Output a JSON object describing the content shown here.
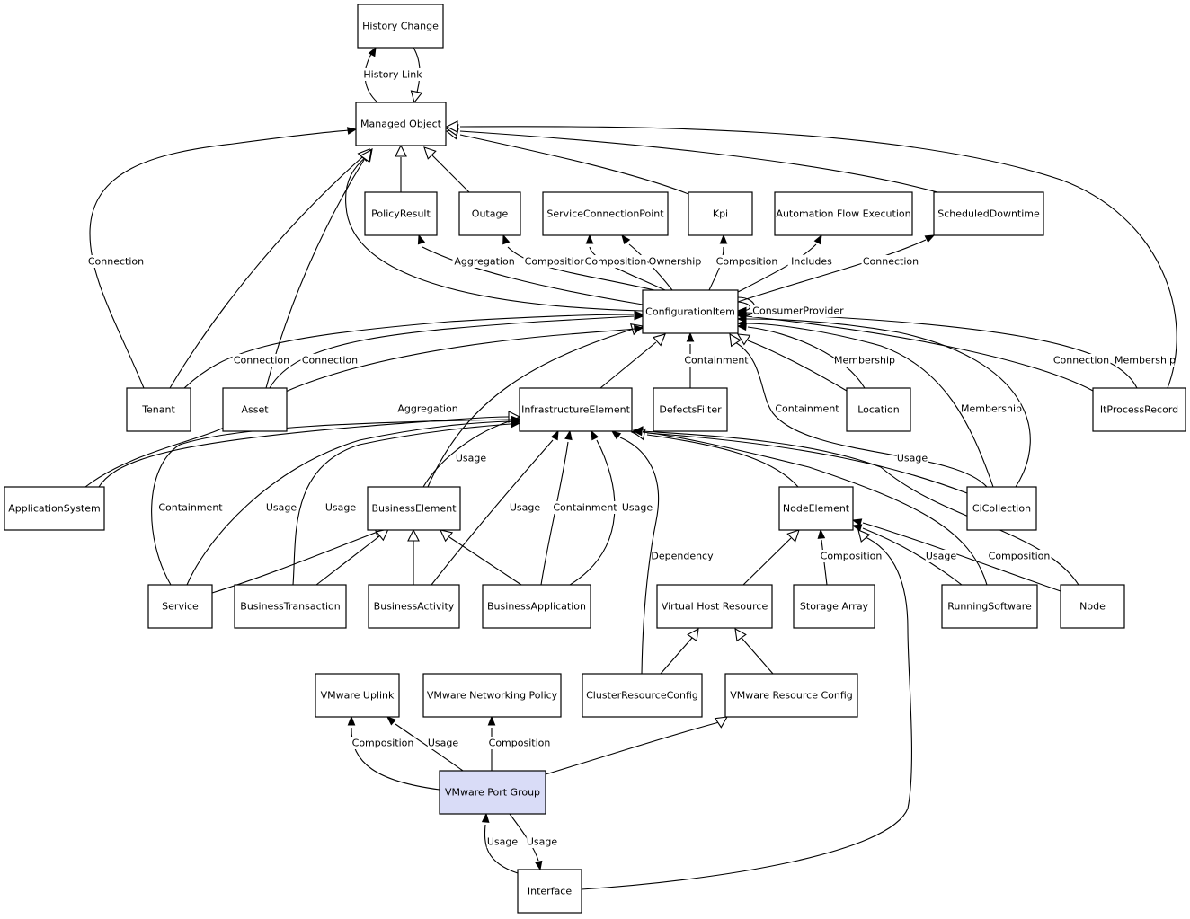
{
  "nodes": {
    "history_change": "History Change",
    "managed_object": "Managed Object",
    "policy_result": "PolicyResult",
    "outage": "Outage",
    "service_connection_point": "ServiceConnectionPoint",
    "kpi": "Kpi",
    "automation_flow_execution": "Automation Flow Execution",
    "scheduled_downtime": "ScheduledDowntime",
    "configuration_item": "ConfigurationItem",
    "tenant": "Tenant",
    "asset": "Asset",
    "infrastructure_element": "InfrastructureElement",
    "defects_filter": "DefectsFilter",
    "location": "Location",
    "it_process_record": "ItProcessRecord",
    "application_system": "ApplicationSystem",
    "business_element": "BusinessElement",
    "node_element": "NodeElement",
    "ci_collection": "CiCollection",
    "service": "Service",
    "business_transaction": "BusinessTransaction",
    "business_activity": "BusinessActivity",
    "business_application": "BusinessApplication",
    "virtual_host_resource": "Virtual Host Resource",
    "storage_array": "Storage Array",
    "running_software": "RunningSoftware",
    "node": "Node",
    "vmware_uplink": "VMware Uplink",
    "vmware_networking_policy": "VMware Networking Policy",
    "cluster_resource_config": "ClusterResourceConfig",
    "vmware_resource_config": "VMware Resource Config",
    "vmware_port_group": "VMware Port Group",
    "interface": "Interface"
  },
  "edge_labels": {
    "history_link": "History Link",
    "tenant_mo_connection": "Connection",
    "ci_policy_aggregation": "Aggregation",
    "ci_outage_composition": "Composition",
    "ci_scp_composition": "Composition",
    "ci_scp_ownership": "Ownership",
    "ci_kpi_composition": "Composition",
    "ci_afe_includes": "Includes",
    "ci_sd_connection": "Connection",
    "ci_self_consumer_provider": "ConsumerProvider",
    "tenant_ci_connection": "Connection",
    "asset_ci_connection": "Connection",
    "defects_ci_containment": "Containment",
    "location_ci_membership": "Membership",
    "itpr_ci_connection": "Connection",
    "itpr_ci_membership": "Membership",
    "appsys_ci_aggregation": "Aggregation",
    "cicoll_ci_containment": "Containment",
    "cicoll_ci_membership": "Membership",
    "be_ie_usage": "Usage",
    "cicoll_ie_usage": "Usage",
    "service_ie_containment": "Containment",
    "service_ie_usage": "Usage",
    "bt_ie_usage": "Usage",
    "ba_ie_usage": "Usage",
    "bapp_ie_containment": "Containment",
    "bapp_ie_usage": "Usage",
    "crc_ie_dependency": "Dependency",
    "sa_ne_composition": "Composition",
    "rs_ne_usage": "Usage",
    "node_ne_composition": "Composition",
    "pg_uplink_composition": "Composition",
    "pg_uplink_usage": "Usage",
    "pg_policy_composition": "Composition",
    "iface_pg_usage": "Usage",
    "pg_iface_usage": "Usage"
  }
}
